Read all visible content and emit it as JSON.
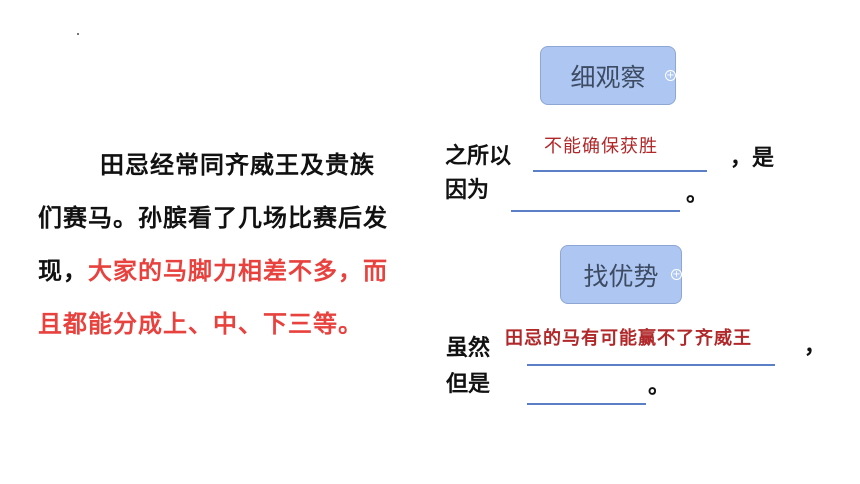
{
  "paragraph": {
    "text_before": "田忌经常同齐威王及贵族们赛马。孙膑看了几场比赛后发现，",
    "highlight": "大家的马脚力相差不多，而且都能分成上、中、下三等。"
  },
  "observe": {
    "button_label": "细观察",
    "prefix": "之所以",
    "answer": "不能确保获胜",
    "suffix": "，是",
    "line2_prefix": "因为",
    "period": "。"
  },
  "advantage": {
    "button_label": "找优势",
    "prefix": "虽然",
    "answer": "田忌的马有可能赢不了齐威王",
    "suffix": "，",
    "line2_prefix": "但是",
    "period": "。"
  },
  "colors": {
    "highlight_red": "#e8423f",
    "answer_red": "#b0282a",
    "button_fill": "#aec7f2",
    "blank_line": "#5b7fc7"
  },
  "icons": {
    "button_plus": "plus-circle-icon"
  }
}
